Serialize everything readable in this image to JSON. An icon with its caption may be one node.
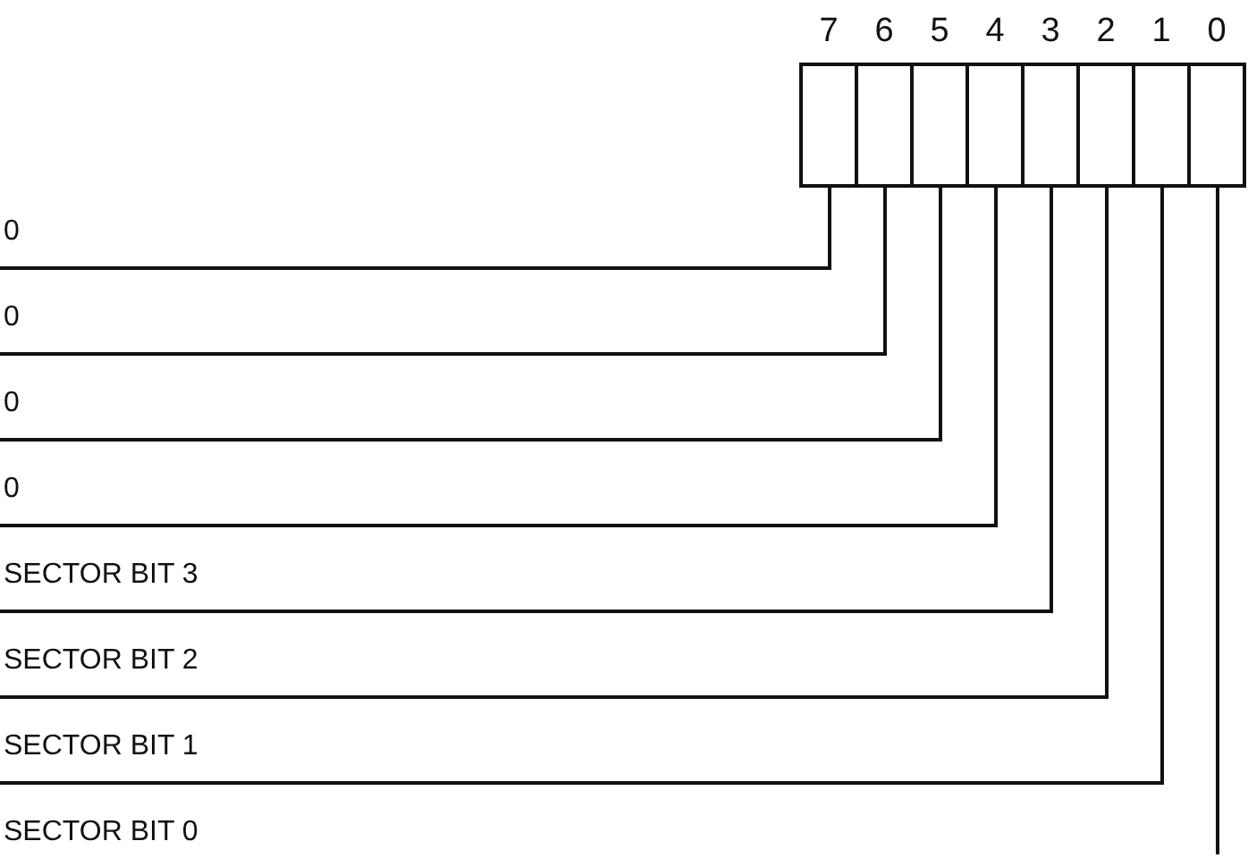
{
  "diagram": {
    "nodes": [
      {
        "text": [
          "7"
        ]
      },
      {
        "text": [
          "6"
        ]
      },
      {
        "text": [
          "5"
        ]
      },
      {
        "text": [
          "4"
        ]
      },
      {
        "text": [
          "3"
        ]
      },
      {
        "text": [
          "2"
        ]
      },
      {
        "text": [
          "1"
        ]
      },
      {
        "text": [
          "0"
        ]
      },
      {
        "text": [
          "0"
        ]
      },
      {
        "text": [
          "0"
        ]
      },
      {
        "text": [
          "0"
        ]
      },
      {
        "text": [
          "0"
        ]
      },
      {
        "text": [
          "SECTOR BIT 3"
        ]
      },
      {
        "text": [
          "SECTOR BIT 2"
        ]
      },
      {
        "text": [
          "SECTOR BIT 1"
        ]
      },
      {
        "text": [
          "SECTOR BIT 0"
        ]
      }
    ],
    "edges": [
      {
        "from": 0,
        "to": 8,
        "arrow": "none"
      },
      {
        "from": 1,
        "to": 9,
        "arrow": "none"
      },
      {
        "from": 2,
        "to": 10,
        "arrow": "none"
      },
      {
        "from": 3,
        "to": 11,
        "arrow": "none"
      },
      {
        "from": 4,
        "to": 12,
        "arrow": "none"
      },
      {
        "from": 5,
        "to": 13,
        "arrow": "none"
      },
      {
        "from": 6,
        "to": 14,
        "arrow": "none"
      },
      {
        "from": 7,
        "to": null,
        "arrow": "none"
      }
    ]
  }
}
